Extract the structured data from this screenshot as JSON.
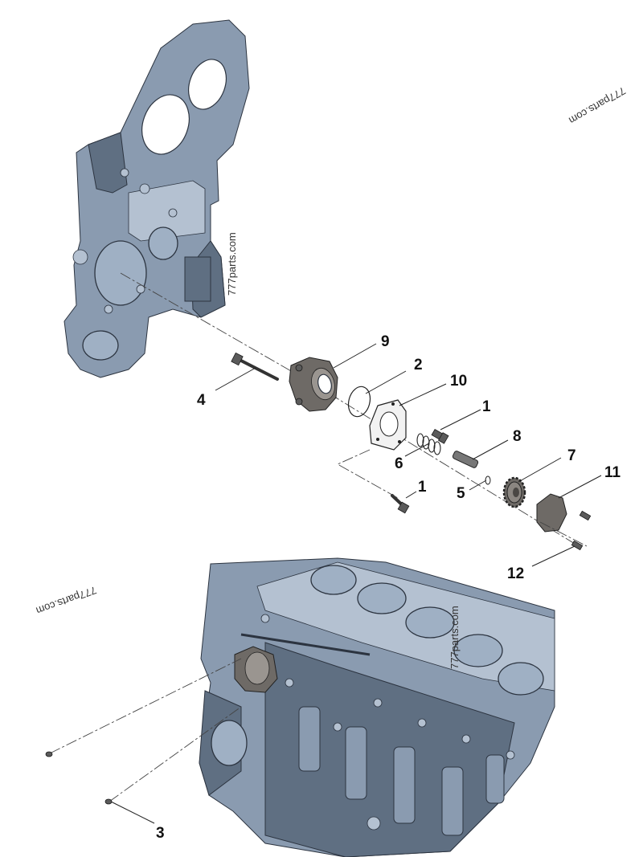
{
  "watermark": "777parts.com",
  "callouts": [
    "9",
    "2",
    "10",
    "1",
    "8",
    "7",
    "11",
    "4",
    "6",
    "1",
    "5",
    "12",
    "3"
  ],
  "parts": [
    "timing-gear-housing",
    "oil-pump-body",
    "o-ring",
    "gasket",
    "bolt",
    "spring",
    "shaft",
    "washer",
    "drive-gear",
    "cover",
    "screw",
    "long-bolt",
    "cylinder-block",
    "plug"
  ],
  "colors": {
    "casting": "#8a9bb0",
    "casting_dark": "#5f6f82",
    "part": "#6e6a66",
    "line": "#222222"
  }
}
